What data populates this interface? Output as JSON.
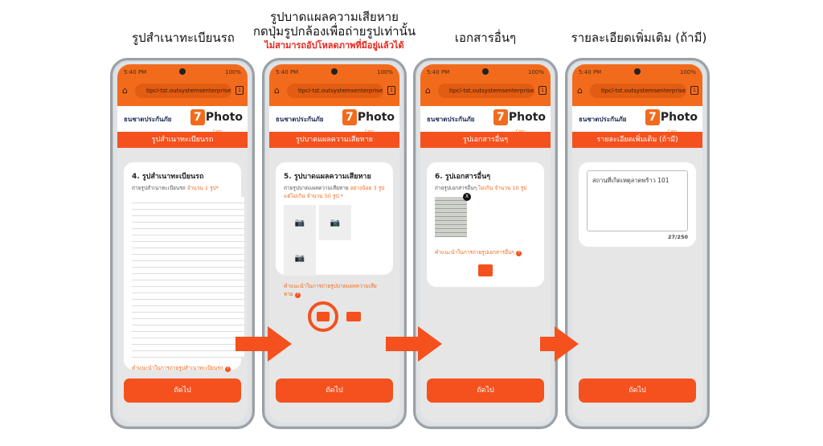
{
  "headers": {
    "h1": "รูปสำเนาทะเบียนรถ",
    "h2_line1": "รูปบาดแผลความเสียหาย",
    "h2_line2": "กดปุ่มรูปกล้องเพื่อถ่ายรูปเท่านั้น",
    "h2_warning": "ไม่สามารถอัปโหลดภาพที่มีอยู่แล้วได้",
    "h3": "เอกสารอื่นๆ",
    "h4": "รายละเอียดเพิ่มเติม (ถ้ามี)"
  },
  "common": {
    "time": "5:40 PM",
    "battery": "100%",
    "url": "tipcl-tst.outsystemsenterprise.com",
    "tab_count": "1",
    "brand": "ธนชาตประกันภัย",
    "photo_logo": "Photo",
    "photo_cam": "Cam",
    "next": "ถัดไป",
    "help_icon": "?"
  },
  "phone1": {
    "title": "รูปสำเนาทะเบียนรถ",
    "card_title": "4. รูปสำเนาทะเบียนรถ",
    "sub": "ถ่ายรูปสำเนาทะเบียนรถ",
    "req": "จำนวน 1 รูป*",
    "help": "คำแนะนำในการถ่ายรูปสำเนาทะเบียนรถ"
  },
  "phone2": {
    "title": "รูปบาดแผลความเสียหาย",
    "card_title": "5. รูปบาดแผลความเสียหาย",
    "sub": "ถ่ายรูปบาดแผลความเสียหาย",
    "req": "อย่างน้อย 3 รูปแต่ไม่เกิน จำนวน 50 รูป *",
    "help": "คำแนะนำในการถ่ายรูปบาดแผลความเสียหาย"
  },
  "phone3": {
    "title": "รูปเอกสารอื่นๆ",
    "card_title": "6. รูปเอกสารอื่นๆ",
    "sub": "ถ่ายรูปเอกสารอื่นๆ",
    "req": "ไม่เกิน จำนวน 10 รูป",
    "help": "คำแนะนำในการถ่ายรูปเอกสารอื่นๆ",
    "remove": "X"
  },
  "phone4": {
    "title": "รายละเอียดเพิ่มเติม (ถ้ามี)",
    "text": "สถานที่เกิดเหตุลาดพร้าว 101",
    "counter": "27/250"
  }
}
